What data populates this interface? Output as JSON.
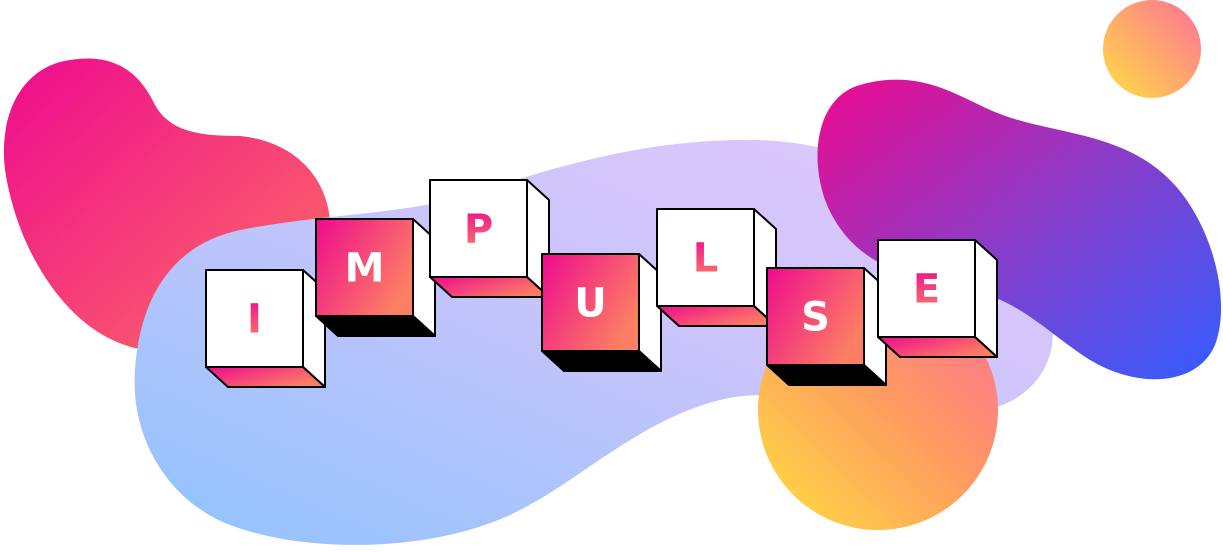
{
  "title_letters": [
    "I",
    "M",
    "P",
    "U",
    "L",
    "S",
    "E"
  ],
  "colors": {
    "pink": "#ee0a8f",
    "coral": "#fd6f63",
    "orange": "#fe9a60",
    "yellow": "#ffe042",
    "violet": "#8a3cc8",
    "blue": "#335dff",
    "light_blue": "#8fc3fd",
    "lavender": "#e2c8fb",
    "cube_face": "#ffffff",
    "outline": "#000000",
    "shadow": "#000000"
  }
}
